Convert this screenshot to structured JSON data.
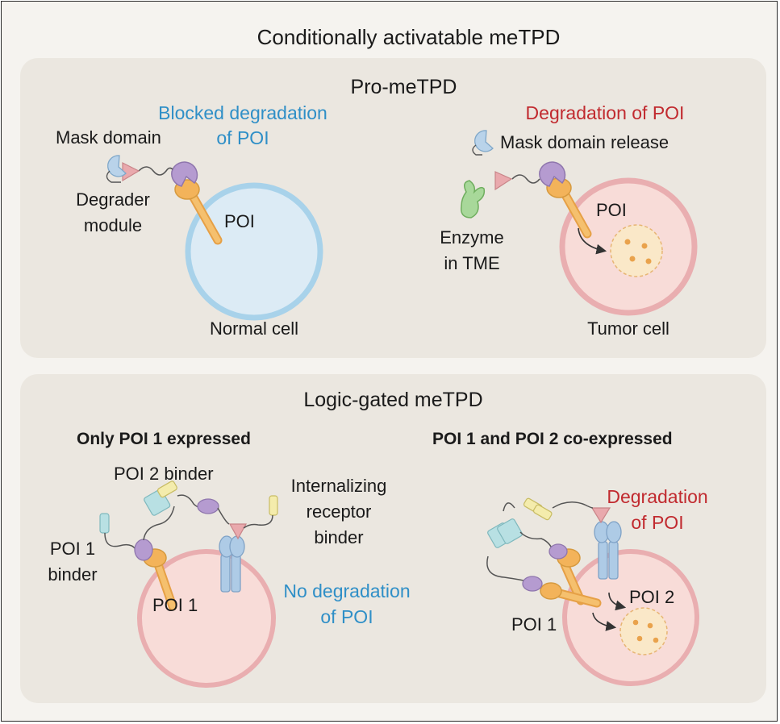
{
  "title": "Conditionally activatable meTPD",
  "top_panel": {
    "heading": "Pro-meTPD",
    "left": {
      "status_line1": "Blocked degradation",
      "status_line2": "of POI",
      "mask_label": "Mask domain",
      "degrader_line1": "Degrader",
      "degrader_line2": "module",
      "poi_label": "POI",
      "cell_label": "Normal cell"
    },
    "right": {
      "status": "Degradation of POI",
      "mask_release": "Mask domain release",
      "enzyme_line1": "Enzyme",
      "enzyme_line2": "in TME",
      "poi_label": "POI",
      "cell_label": "Tumor cell"
    }
  },
  "bottom_panel": {
    "heading": "Logic-gated meTPD",
    "left": {
      "subheading": "Only POI 1 expressed",
      "poi2_binder": "POI 2 binder",
      "internalizing_line1": "Internalizing",
      "internalizing_line2": "receptor",
      "internalizing_line3": "binder",
      "poi1_binder_line1": "POI 1",
      "poi1_binder_line2": "binder",
      "poi1_label": "POI 1",
      "status_line1": "No degradation",
      "status_line2": "of POI"
    },
    "right": {
      "subheading": "POI 1 and POI 2 co-expressed",
      "status_line1": "Degradation",
      "status_line2": "of POI",
      "poi2_label": "POI 2",
      "poi1_label": "POI 1"
    }
  },
  "colors": {
    "blue_text": "#2f8fc7",
    "red_text": "#c12a2f",
    "normal_cell": "#dcebf5",
    "tumor_cell": "#f8dcd8",
    "poi_orange": "#f3b35a",
    "degrader_purple": "#b59bd0",
    "mask_blue": "#b9d3ea",
    "enzyme_green": "#a8d89a",
    "binder_yellow": "#f4ecac",
    "binder_teal": "#b8e0e3",
    "receptor_blue": "#aecbe6",
    "triangle_pink": "#e9a9ad"
  }
}
